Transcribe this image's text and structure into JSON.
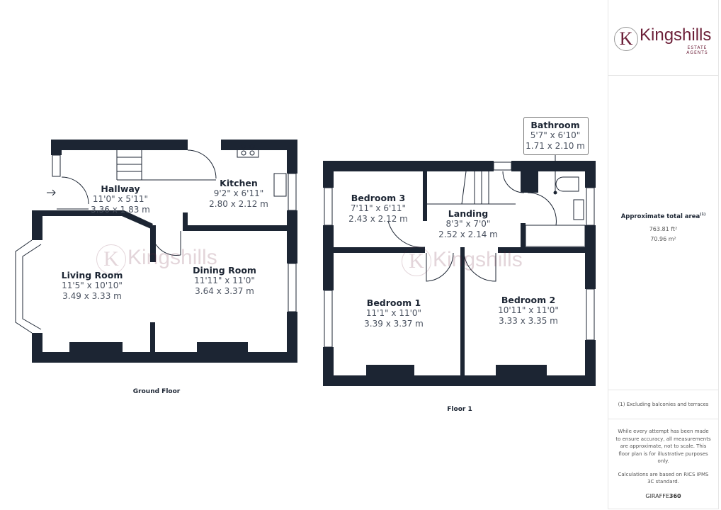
{
  "brand": {
    "name": "Kingshills",
    "tagline": "ESTATE AGENTS",
    "monogram": "K",
    "color": "#6b1e37"
  },
  "wall_color": "#1c2533",
  "ground_floor": {
    "label": "Ground Floor",
    "rooms": [
      {
        "name": "Hallway",
        "imperial": "11'0\" x 5'11\"",
        "metric": "3.36 x 1.83 m"
      },
      {
        "name": "Kitchen",
        "imperial": "9'2\" x 6'11\"",
        "metric": "2.80 x 2.12 m"
      },
      {
        "name": "Living Room",
        "imperial": "11'5\" x 10'10\"",
        "metric": "3.49 x 3.33 m"
      },
      {
        "name": "Dining Room",
        "imperial": "11'11\" x 11'0\"",
        "metric": "3.64 x 3.37 m"
      }
    ]
  },
  "floor_1": {
    "label": "Floor 1",
    "rooms": [
      {
        "name": "Bedroom 3",
        "imperial": "7'11\" x 6'11\"",
        "metric": "2.43 x 2.12 m"
      },
      {
        "name": "Landing",
        "imperial": "8'3\" x 7'0\"",
        "metric": "2.52 x 2.14 m"
      },
      {
        "name": "Bathroom",
        "imperial": "5'7\" x 6'10\"",
        "metric": "1.71 x 2.10 m"
      },
      {
        "name": "Bedroom 1",
        "imperial": "11'1\" x 11'0\"",
        "metric": "3.39 x 3.37 m"
      },
      {
        "name": "Bedroom 2",
        "imperial": "10'11\" x 11'0\"",
        "metric": "3.33 x 3.35 m"
      }
    ]
  },
  "summary": {
    "title": "Approximate total area",
    "title_note": "(1)",
    "area_ft": "763.81 ft²",
    "area_m": "70.96 m²",
    "footnote": "(1) Excluding balconies and terraces",
    "disclaimer": "While every attempt has been made to ensure accuracy, all measurements are approximate, not to scale. This floor plan is for illustrative purposes only.",
    "calc_note": "Calculations are based on RICS IPMS 3C standard.",
    "provider_a": "GIRAFFE",
    "provider_b": "360"
  }
}
